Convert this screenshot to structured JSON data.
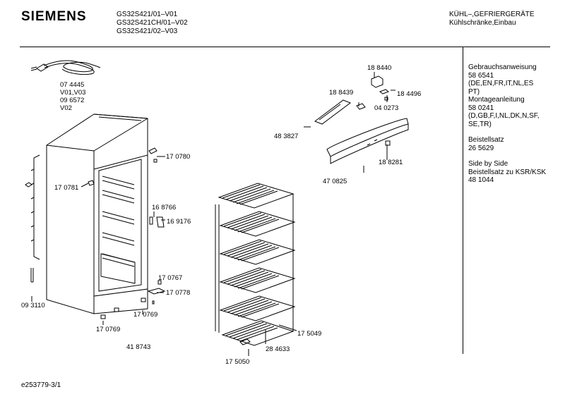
{
  "header": {
    "brand": "SIEMENS",
    "models": [
      "GS32S421/01–V01",
      "GS32S421CH/01–V02",
      "GS32S421/02–V03"
    ],
    "category": [
      "KÜHL–,GEFRIERGERÄTE",
      "Kühlschränke,Einbau"
    ]
  },
  "sidebar": {
    "items": [
      {
        "lines": [
          "Gebrauchsanweisung",
          "58 6541",
          "(DE,EN,FR,IT,NL,ES",
          "PT)"
        ]
      },
      {
        "lines": [
          "Montageanleitung",
          "58 0241",
          "(D,GB,F,I,NL,DK,N,SF,",
          "SE,TR)"
        ]
      },
      {
        "lines": [
          "Beistellsatz",
          "26 5629"
        ]
      },
      {
        "lines": [
          "Side by Side",
          "Beistellsatz zu KSR/KSK",
          "48 1044"
        ]
      }
    ]
  },
  "parts": {
    "p074445": [
      "07 4445",
      "V01,V03",
      "09 6572",
      "V02"
    ],
    "p170780": "17 0780",
    "p170781": "17 0781",
    "p168766": "16 8766",
    "p169176": "16 9176",
    "p170767": "17 0767",
    "p170778": "17 0778",
    "p170769a": "17 0769",
    "p170769b": "17 0769",
    "p093110": "09 3110",
    "p418743": "41 8743",
    "p188440": "18 8440",
    "p188439": "18 8439",
    "p184496": "18 4496",
    "p040273": "04 0273",
    "p483827": "48 3827",
    "p188281": "18 8281",
    "p470825": "47 0825",
    "p175049": "17 5049",
    "p284633": "28 4633",
    "p175050": "17 5050"
  },
  "footer": {
    "code": "e253779-3/1"
  }
}
